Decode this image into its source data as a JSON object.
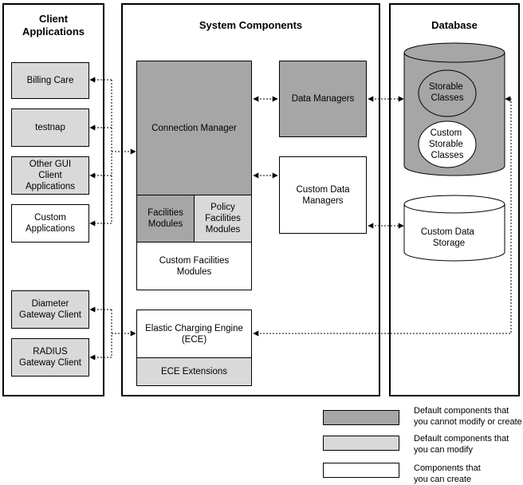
{
  "client_panel": {
    "title": "Client\nApplications",
    "items": [
      {
        "label": "Billing Care"
      },
      {
        "label": "testnap"
      },
      {
        "label": "Other GUI\nClient\nApplications"
      },
      {
        "label": "Custom\nApplications"
      },
      {
        "label": "Diameter\nGateway Client"
      },
      {
        "label": "RADIUS\nGateway Client"
      }
    ]
  },
  "system_panel": {
    "title": "System Components",
    "connection_manager": "Connection Manager",
    "facilities_modules": "Facilities\nModules",
    "policy_facilities_modules": "Policy\nFacilities\nModules",
    "custom_facilities_modules": "Custom Facilities\nModules",
    "data_managers": "Data Managers",
    "custom_data_managers": "Custom Data\nManagers",
    "ece": "Elastic Charging Engine\n(ECE)",
    "ece_extensions": "ECE Extensions"
  },
  "database_panel": {
    "title": "Database",
    "storable_classes": "Storable\nClasses",
    "custom_storable_classes": "Custom\nStorable\nClasses",
    "custom_data_storage": "Custom Data\nStorage"
  },
  "legend": [
    {
      "text": "Default components that\nyou cannot modify or create",
      "color": "#a6a6a6"
    },
    {
      "text": "Default components that\nyou can modify",
      "color": "#d9d9d9"
    },
    {
      "text": "Components that\nyou can create",
      "color": "#ffffff"
    }
  ]
}
